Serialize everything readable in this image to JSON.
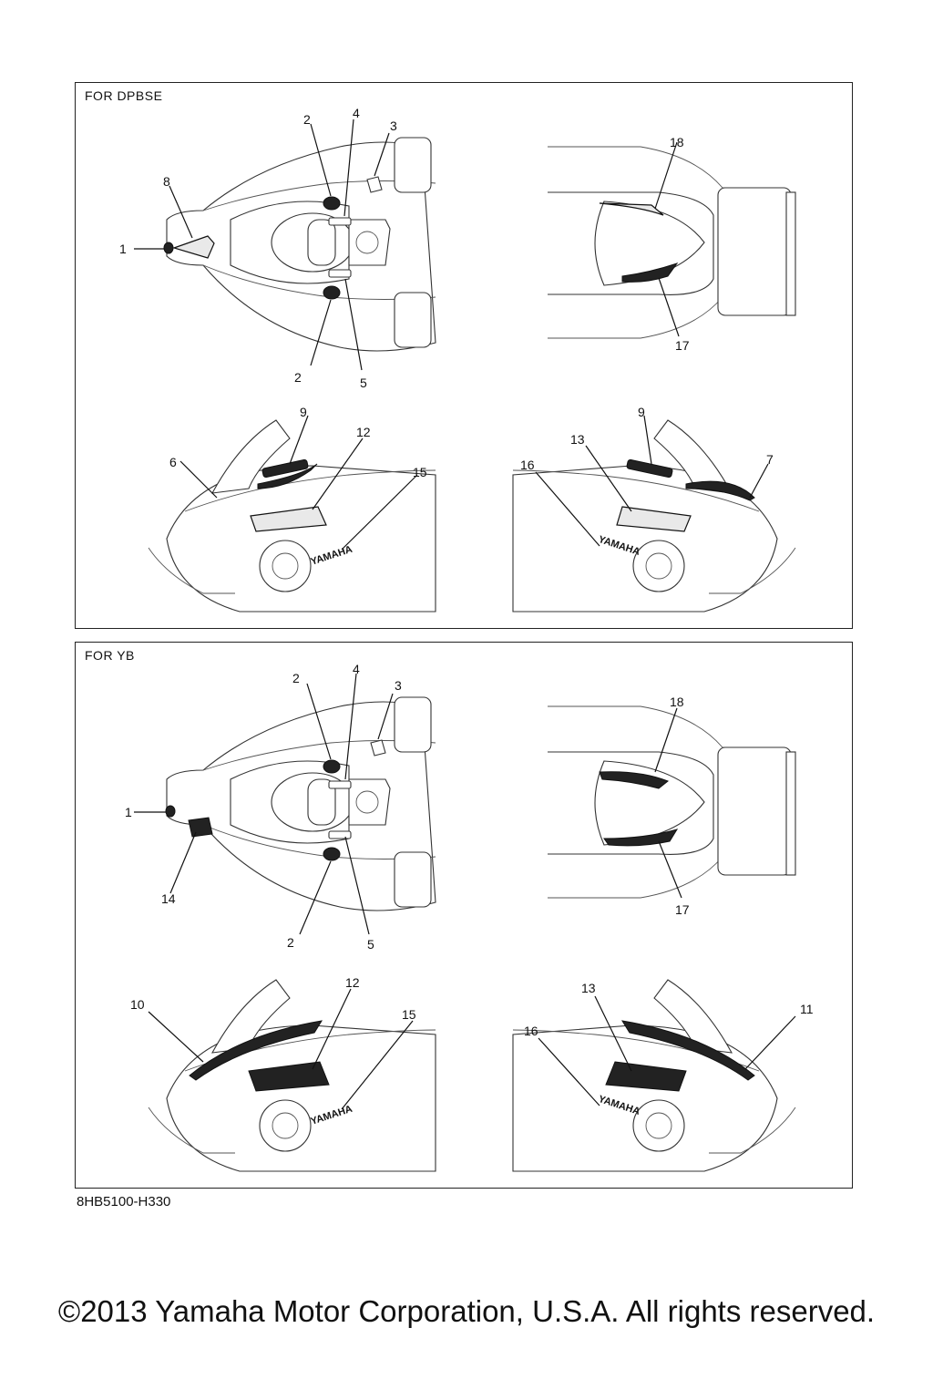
{
  "panels": [
    {
      "title": "FOR DPBSE",
      "top_callouts": {
        "c1": "1",
        "c2a": "2",
        "c2b": "2",
        "c3": "3",
        "c4": "4",
        "c5": "5",
        "c8": "8"
      },
      "rear_callouts": {
        "c18": "18",
        "c17": "17"
      },
      "left_callouts": {
        "c6": "6",
        "c9": "9",
        "c12": "12",
        "c15": "15"
      },
      "right_callouts": {
        "c16": "16",
        "c13": "13",
        "c9": "9",
        "c7": "7"
      }
    },
    {
      "title": "FOR YB",
      "top_callouts": {
        "c1": "1",
        "c2a": "2",
        "c2b": "2",
        "c3": "3",
        "c4": "4",
        "c5": "5",
        "c14": "14"
      },
      "rear_callouts": {
        "c18": "18",
        "c17": "17"
      },
      "left_callouts": {
        "c10": "10",
        "c12": "12",
        "c15": "15"
      },
      "right_callouts": {
        "c16": "16",
        "c13": "13",
        "c11": "11"
      }
    }
  ],
  "decal_text": "YAMAHA",
  "part_code": "8HB5100-H330",
  "copyright": "©2013 Yamaha Motor Corporation, U.S.A. All rights reserved."
}
